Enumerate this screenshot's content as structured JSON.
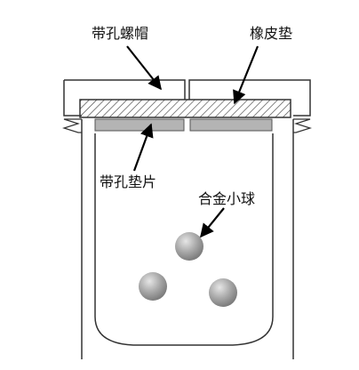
{
  "labels": {
    "cap_with_hole": "带孔螺帽",
    "rubber_gasket": "橡皮垫",
    "perforated_shim": "带孔垫片",
    "alloy_balls": "合金小球"
  },
  "colors": {
    "outline": "#333333",
    "gasket_hatch": "#444444",
    "shim_fill": "#b4b4b4",
    "ball_fill": "#9a9a9a",
    "ball_highlight": "#e6e6e6",
    "arrow": "#000000"
  },
  "ball_count": 3
}
